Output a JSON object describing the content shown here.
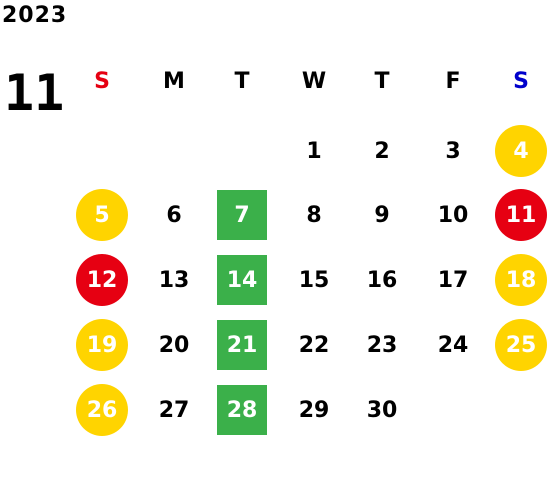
{
  "calendar": {
    "year": "2023",
    "month": "11",
    "weekdays": [
      {
        "label": "S",
        "color": "#e60012"
      },
      {
        "label": "M",
        "color": "#000000"
      },
      {
        "label": "T",
        "color": "#000000"
      },
      {
        "label": "W",
        "color": "#000000"
      },
      {
        "label": "T",
        "color": "#000000"
      },
      {
        "label": "F",
        "color": "#000000"
      },
      {
        "label": "S",
        "color": "#0000cc"
      }
    ],
    "days": [
      {
        "day": "1",
        "col": 3,
        "row": 0,
        "style": "plain"
      },
      {
        "day": "2",
        "col": 4,
        "row": 0,
        "style": "plain"
      },
      {
        "day": "3",
        "col": 5,
        "row": 0,
        "style": "plain"
      },
      {
        "day": "4",
        "col": 6,
        "row": 0,
        "style": "yellow-circle"
      },
      {
        "day": "5",
        "col": 0,
        "row": 1,
        "style": "yellow-circle"
      },
      {
        "day": "6",
        "col": 1,
        "row": 1,
        "style": "plain"
      },
      {
        "day": "7",
        "col": 2,
        "row": 1,
        "style": "green-square"
      },
      {
        "day": "8",
        "col": 3,
        "row": 1,
        "style": "plain"
      },
      {
        "day": "9",
        "col": 4,
        "row": 1,
        "style": "plain"
      },
      {
        "day": "10",
        "col": 5,
        "row": 1,
        "style": "plain"
      },
      {
        "day": "11",
        "col": 6,
        "row": 1,
        "style": "red-circle"
      },
      {
        "day": "12",
        "col": 0,
        "row": 2,
        "style": "red-circle"
      },
      {
        "day": "13",
        "col": 1,
        "row": 2,
        "style": "plain"
      },
      {
        "day": "14",
        "col": 2,
        "row": 2,
        "style": "green-square"
      },
      {
        "day": "15",
        "col": 3,
        "row": 2,
        "style": "plain"
      },
      {
        "day": "16",
        "col": 4,
        "row": 2,
        "style": "plain"
      },
      {
        "day": "17",
        "col": 5,
        "row": 2,
        "style": "plain"
      },
      {
        "day": "18",
        "col": 6,
        "row": 2,
        "style": "yellow-circle"
      },
      {
        "day": "19",
        "col": 0,
        "row": 3,
        "style": "yellow-circle"
      },
      {
        "day": "20",
        "col": 1,
        "row": 3,
        "style": "plain"
      },
      {
        "day": "21",
        "col": 2,
        "row": 3,
        "style": "green-square"
      },
      {
        "day": "22",
        "col": 3,
        "row": 3,
        "style": "plain"
      },
      {
        "day": "23",
        "col": 4,
        "row": 3,
        "style": "plain"
      },
      {
        "day": "24",
        "col": 5,
        "row": 3,
        "style": "plain"
      },
      {
        "day": "25",
        "col": 6,
        "row": 3,
        "style": "yellow-circle"
      },
      {
        "day": "26",
        "col": 0,
        "row": 4,
        "style": "yellow-circle"
      },
      {
        "day": "27",
        "col": 1,
        "row": 4,
        "style": "plain"
      },
      {
        "day": "28",
        "col": 2,
        "row": 4,
        "style": "green-square"
      },
      {
        "day": "29",
        "col": 3,
        "row": 4,
        "style": "plain"
      },
      {
        "day": "30",
        "col": 4,
        "row": 4,
        "style": "plain"
      }
    ],
    "colors": {
      "yellow": "#ffd400",
      "red": "#e60012",
      "green": "#3bb04a"
    }
  }
}
